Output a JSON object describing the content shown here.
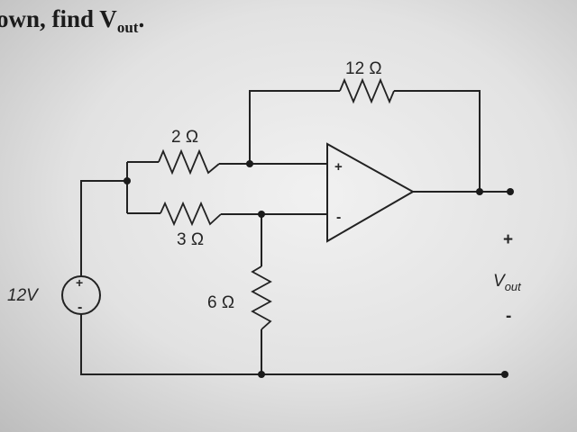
{
  "heading": {
    "prefix": "own, find V",
    "subscript": "out",
    "suffix": "."
  },
  "components": {
    "r_feedback": "12 Ω",
    "r_top": "2 Ω",
    "r_bottom": "3 Ω",
    "r_shunt": "6 Ω",
    "source_label": "12V",
    "source_plus": "+",
    "source_minus": "-"
  },
  "opamp": {
    "plus": "+",
    "minus": "-"
  },
  "output": {
    "plus": "+",
    "v": "V",
    "sub": "out",
    "minus": "-"
  }
}
